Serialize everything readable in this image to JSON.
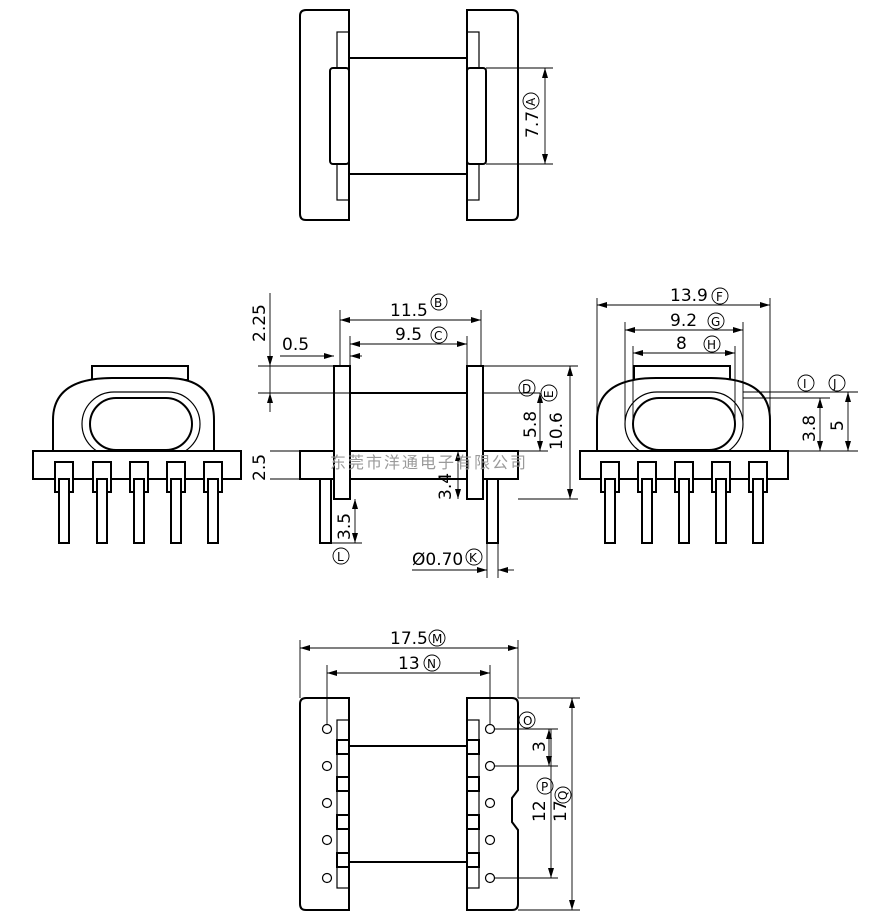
{
  "watermark": "东莞市洋通电子有限公司",
  "dimensions": {
    "A": {
      "value": "7.7",
      "label": "A"
    },
    "B": {
      "value": "11.5",
      "label": "B"
    },
    "C": {
      "value": "9.5",
      "label": "C"
    },
    "D": {
      "label": "D"
    },
    "E": {
      "label": "E"
    },
    "F": {
      "value": "13.9",
      "label": "F"
    },
    "G": {
      "value": "9.2",
      "label": "G"
    },
    "H": {
      "value": "8",
      "label": "H"
    },
    "I": {
      "label": "I"
    },
    "J": {
      "label": "J"
    },
    "K": {
      "value": "Ø0.70",
      "label": "K"
    },
    "L": {
      "label": "L"
    },
    "M": {
      "value": "17.5",
      "label": "M"
    },
    "N": {
      "value": "13",
      "label": "N"
    },
    "O": {
      "label": "O"
    },
    "P": {
      "label": "P"
    },
    "Q": {
      "label": "Q"
    }
  },
  "plain_dims": {
    "d_2_25": "2.25",
    "d_0_5": "0.5",
    "d_2_5": "2.5",
    "d_5_8": "5.8",
    "d_10_6": "10.6",
    "d_3_4": "3.4",
    "d_3_5": "3.5",
    "d_3_8": "3.8",
    "d_5": "5",
    "d_3": "3",
    "d_12": "12",
    "d_17": "17"
  }
}
